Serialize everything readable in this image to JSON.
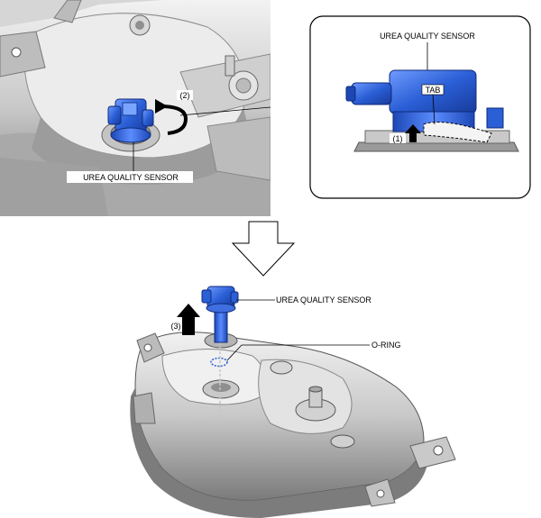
{
  "labels": {
    "top_sensor": "UREA QUALITY SENSOR",
    "inset_sensor": "UREA QUALITY SENSOR",
    "tab": "TAB",
    "step1": "(1)",
    "step2": "(2)",
    "step3": "(3)",
    "bottom_sensor": "UREA QUALITY SENSOR",
    "oring": "O-RING"
  },
  "colors": {
    "sensor_blue": "#2b5fd6",
    "sensor_dark": "#173a9a",
    "metal_light": "#e6e6e6",
    "metal_mid": "#b4b4b4",
    "metal_dark": "#6e6e6e",
    "line": "#000000"
  }
}
